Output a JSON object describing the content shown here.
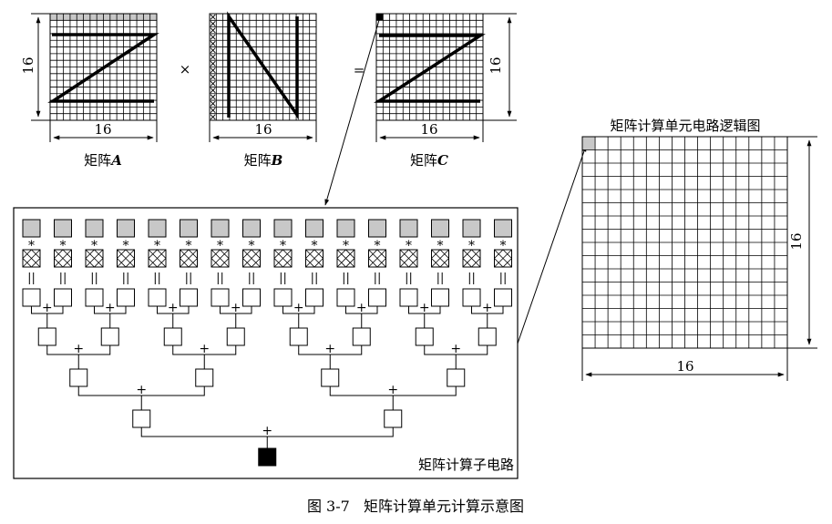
{
  "matrices": {
    "a": {
      "name": "矩阵A",
      "prefix": "矩阵",
      "letter": "A",
      "row_dim": "16",
      "col_dim": "16"
    },
    "b": {
      "name": "矩阵B",
      "prefix": "矩阵",
      "letter": "B",
      "col_dim": "16"
    },
    "c": {
      "name": "矩阵C",
      "prefix": "矩阵",
      "letter": "C",
      "row_dim": "16",
      "col_dim": "16"
    }
  },
  "operators": {
    "times": "×",
    "equals": "="
  },
  "subcircuit": {
    "label": "矩阵计算子电路",
    "multiply_symbol": "*",
    "pass_symbol": "||",
    "add_symbol": "+",
    "input_pairs": 16,
    "tree_levels": 4
  },
  "logic_grid": {
    "title": "矩阵计算单元电路逻辑图",
    "row_dim": "16",
    "col_dim": "16",
    "cells": 16
  },
  "caption": "图 3-7   矩阵计算单元计算示意图",
  "colors": {
    "gray_fill": "#c8c8c8",
    "output_fill": "#000000",
    "line": "#000000"
  }
}
